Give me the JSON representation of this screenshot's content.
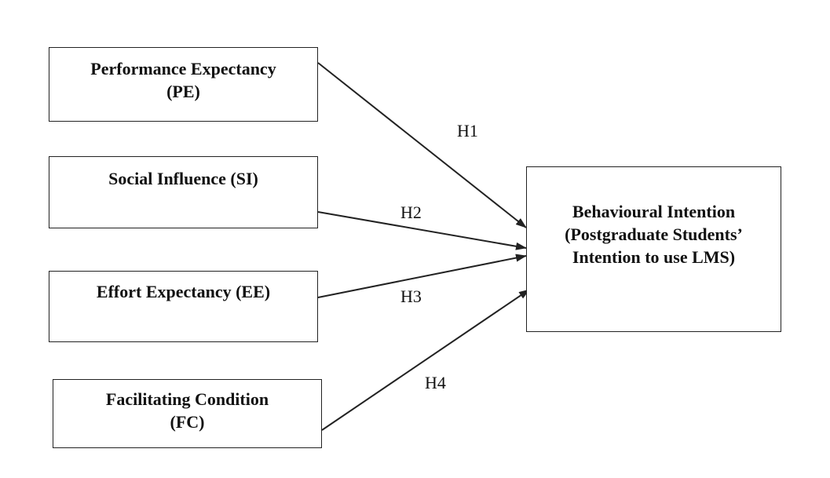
{
  "boxes": {
    "pe": {
      "line1": "Performance Expectancy",
      "line2": "(PE)"
    },
    "si": {
      "line1": "Social Influence (SI)"
    },
    "ee": {
      "line1": "Effort Expectancy (EE)"
    },
    "fc": {
      "line1": "Facilitating Condition",
      "line2": "(FC)"
    },
    "bi": {
      "line1": "Behavioural Intention",
      "line2": "(Postgraduate Students’",
      "line3": "Intention to use LMS)"
    }
  },
  "hypotheses": {
    "h1": "H1",
    "h2": "H2",
    "h3": "H3",
    "h4": "H4"
  },
  "colors": {
    "stroke": "#222222",
    "text": "#111111",
    "background": "#ffffff"
  }
}
